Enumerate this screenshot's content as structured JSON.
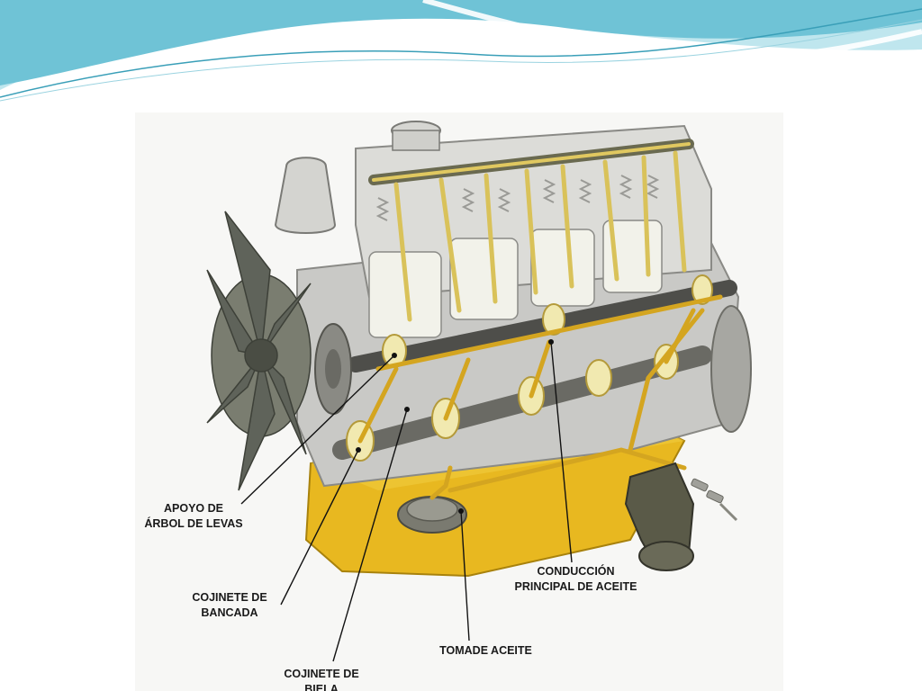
{
  "labels": {
    "camshaft_support": {
      "line1": "APOYO DE",
      "line2": "ÁRBOL DE LEVAS"
    },
    "main_bearing": {
      "line1": "COJINETE DE",
      "line2": "BANCADA"
    },
    "rod_bearing": {
      "line1": "COJINETE DE",
      "line2": "BIELA"
    },
    "oil_intake": {
      "line1": "TOMADE ACEITE"
    },
    "main_oil_gallery": {
      "line1": "CONDUCCIÓN",
      "line2": "PRINCIPAL DE ACEITE"
    }
  },
  "colors": {
    "banner_teal": "#6fc3d6",
    "banner_light": "#bfe6ee",
    "oil_pan": "#e8b820",
    "oil_lines": "#d9c25a",
    "engine_gray": "#9a9a98",
    "dark_metal": "#5a5a55"
  }
}
